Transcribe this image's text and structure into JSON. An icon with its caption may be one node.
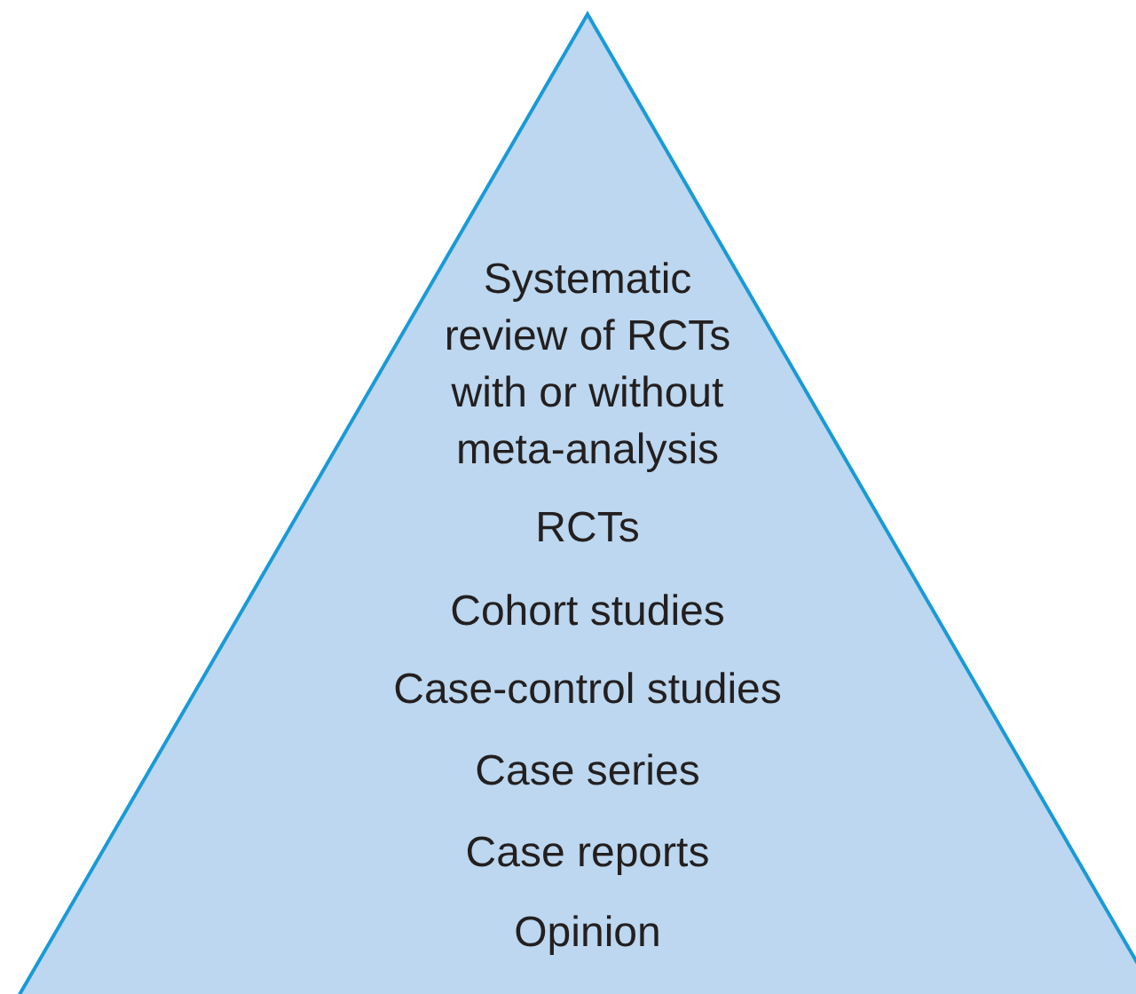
{
  "diagram": {
    "nodes": [
      {
        "text": [
          "Systematic review of RCTs with or without meta-analysis",
          "RCTs",
          "Cohort studies",
          "Case-control studies",
          "Case series",
          "Case reports",
          "Opinion"
        ]
      }
    ]
  }
}
